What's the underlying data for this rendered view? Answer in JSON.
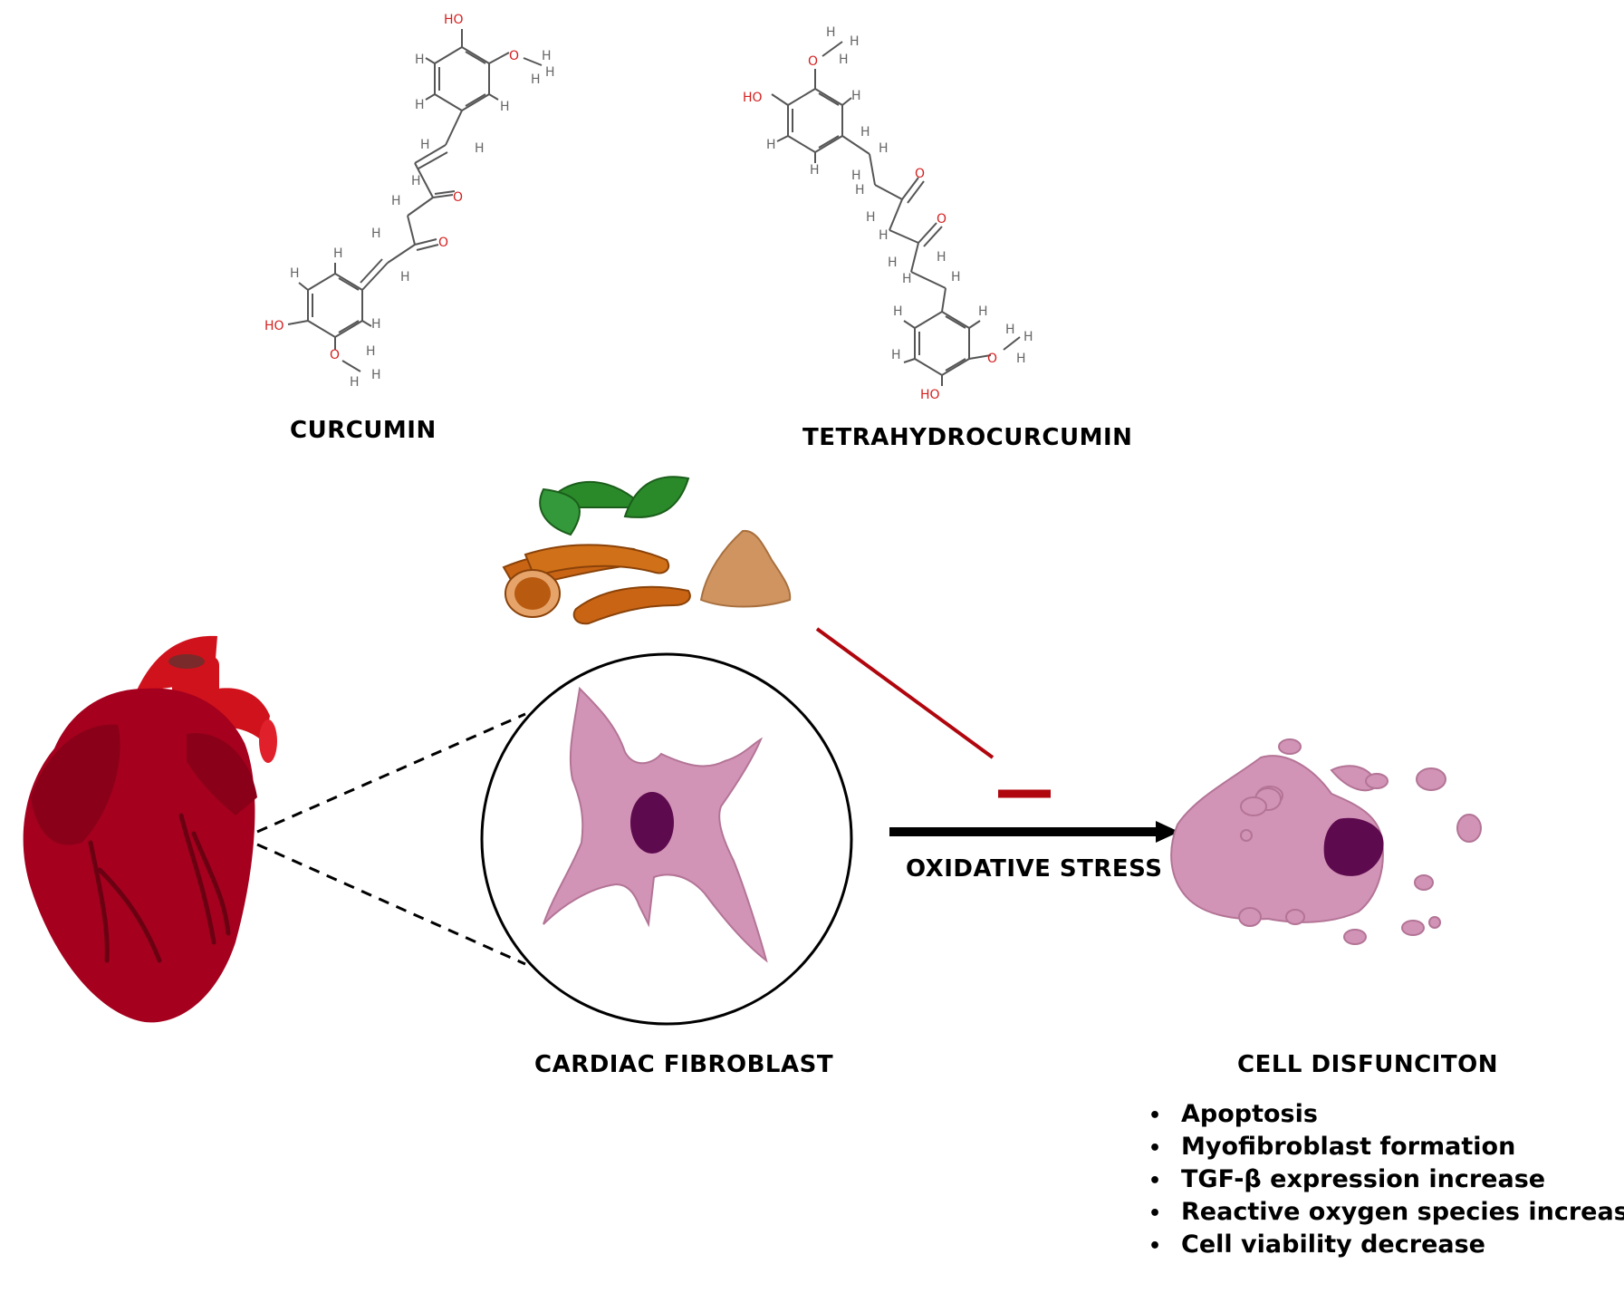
{
  "labels": {
    "curcumin": "CURCUMIN",
    "tetrahydrocurcumin": "TETRAHYDROCURCUMIN",
    "cardiac_fibroblast": "CARDIAC FIBROBLAST",
    "oxidative_stress": "OXIDATIVE STRESS",
    "cell_dysfunction": "CELL DISFUNCITON"
  },
  "effects": [
    "Apoptosis",
    "Myofibroblast formation",
    "TGF-β expression increase",
    "Reactive oxygen species increase",
    "Cell viability decrease"
  ],
  "colors": {
    "heart": "#a5001e",
    "heart_dark": "#7a0016",
    "vessel": "#d0121c",
    "cell": "#d294b6",
    "nucleus": "#5e0a4f",
    "inhibition": "#b0060e",
    "turmeric_root": "#c86414",
    "turmeric_powder": "#d09460",
    "leaf": "#2a8a2a",
    "oxygen": "#d42020",
    "bond": "#555555"
  },
  "icons": [
    "heart-icon",
    "turmeric-root-icon",
    "turmeric-powder-icon",
    "fibroblast-cell-icon",
    "damaged-cell-icon"
  ]
}
